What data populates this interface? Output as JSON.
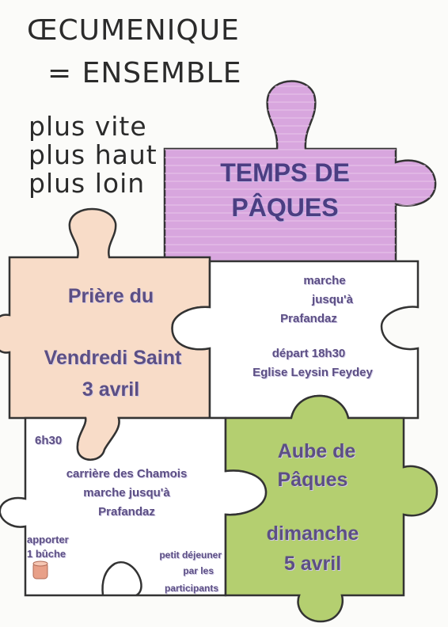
{
  "header": {
    "line1": "ŒCUMENIQUE",
    "line2": "= ENSEMBLE",
    "motto": [
      "plus vite",
      "plus haut",
      "plus loin"
    ]
  },
  "pieces": {
    "title": {
      "line1": "TEMPS DE",
      "line2": "PÂQUES",
      "color": "#d8a6de"
    },
    "friday": {
      "line1": "Prière du",
      "line2": "Vendredi Saint",
      "line3": "3 avril",
      "color": "#f8dcc8"
    },
    "walk": {
      "line1": "marche",
      "line2": "jusqu'à",
      "line3": "Prafandaz",
      "line4": "départ 18h30",
      "line5": "Eglise Leysin Feydey",
      "color": "#ffffff"
    },
    "dawn": {
      "time": "6h30",
      "line1": "carrière des Chamois",
      "line2": "marche jusqu'à",
      "line3": "Prafandaz",
      "bring1": "apporter",
      "bring2": "1 bûche",
      "breakfast1": "petit déjeuner",
      "breakfast2": "par les",
      "breakfast3": "participants",
      "color": "#ffffff"
    },
    "sunday": {
      "line1": "Aube de",
      "line2": "Pâques",
      "line3": "dimanche",
      "line4": "5 avril",
      "color": "#b4cf70"
    }
  },
  "colors": {
    "text": "#5c4f84",
    "outline": "#333333"
  }
}
